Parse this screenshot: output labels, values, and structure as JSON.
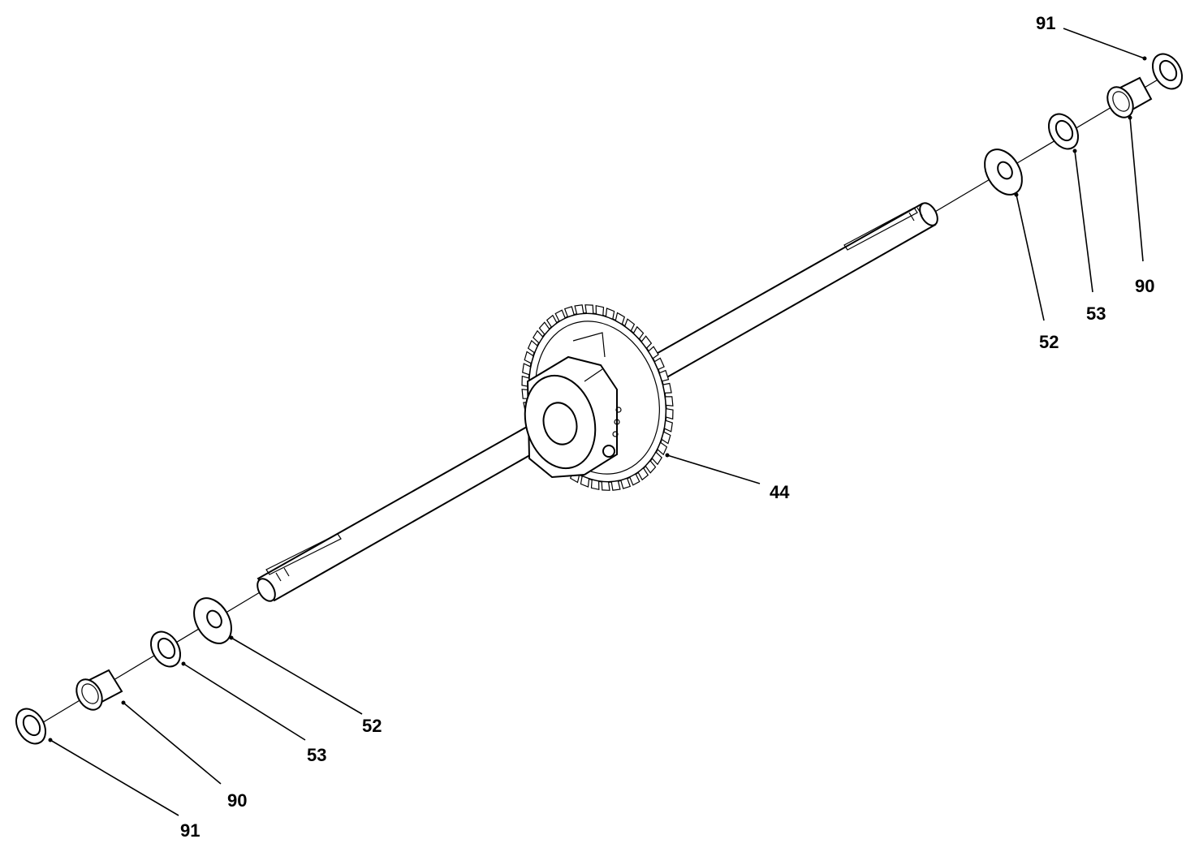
{
  "callouts": {
    "top_91": "91",
    "top_90": "90",
    "top_53": "53",
    "top_52": "52",
    "gear_44": "44",
    "bottom_52": "52",
    "bottom_53": "53",
    "bottom_90": "90",
    "bottom_91": "91"
  }
}
